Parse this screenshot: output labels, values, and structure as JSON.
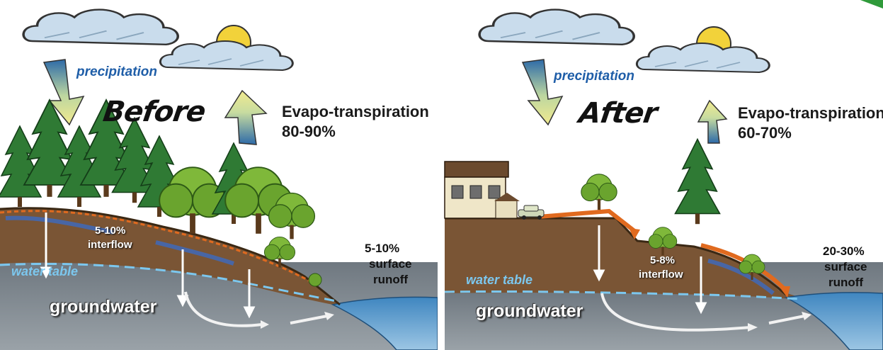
{
  "before": {
    "title": "Before",
    "precipitation": "precipitation",
    "evapo_label": "Evapo-transpiration",
    "evapo_value": "80-90%",
    "interflow_value": "5-10%",
    "interflow_label": "interflow",
    "runoff_value": "5-10%",
    "runoff_label_1": "surface",
    "runoff_label_2": "runoff",
    "water_table": "water table",
    "groundwater": "groundwater"
  },
  "after": {
    "title": "After",
    "precipitation": "precipitation",
    "evapo_label": "Evapo-transpiration",
    "evapo_value": "60-70%",
    "interflow_value": "5-8%",
    "interflow_label": "interflow",
    "runoff_value": "20-30%",
    "runoff_label_1": "surface",
    "runoff_label_2": "runoff",
    "water_table": "water table",
    "groundwater": "groundwater"
  },
  "colors": {
    "sky": "#ffffff",
    "cloud": "#c9dcec",
    "sun": "#f2d23a",
    "arrow_yellow": "#efe89a",
    "soil": "#7a5535",
    "groundwater": "#8f979e",
    "water": "#4f90c4",
    "water_table": "#7cc7ee",
    "runoff_orange": "#e06a1f",
    "tree": "#2f7a34"
  }
}
